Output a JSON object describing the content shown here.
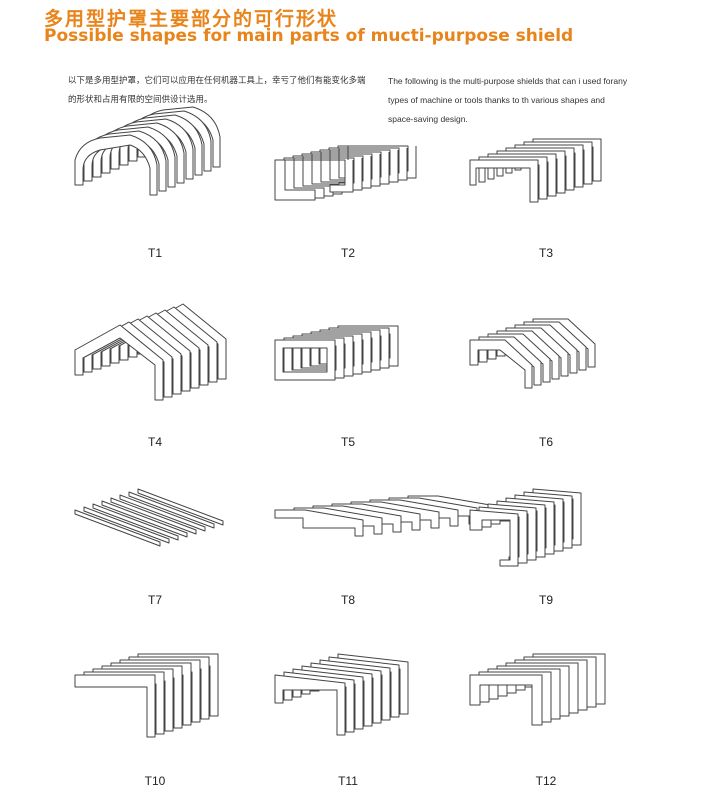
{
  "header": {
    "title_cn": "多用型护罩主要部分的可行形状",
    "title_en": "Possible shapes for main parts of mucti-purpose shield",
    "intro_cn": "以下是多用型护罩，它们可以应用在任何机器工具上，幸亏了他们有能变化多端的形状和占用有限的空间供设计选用。",
    "intro_en": "The following is the multi-purpose shields that can i used forany types of machine or tools thanks to th various shapes and space-saving design."
  },
  "colors": {
    "accent": "#e8841a",
    "line": "#444444"
  },
  "shapes": [
    {
      "label": "T1",
      "icon": "arch-bellows-icon"
    },
    {
      "label": "T2",
      "icon": "c-channel-bellows-icon"
    },
    {
      "label": "T3",
      "icon": "flat-top-bellows-icon"
    },
    {
      "label": "T4",
      "icon": "peaked-roof-bellows-icon"
    },
    {
      "label": "T5",
      "icon": "rectangular-frame-bellows-icon"
    },
    {
      "label": "T6",
      "icon": "hat-bellows-icon"
    },
    {
      "label": "T7",
      "icon": "flat-sheet-bellows-icon"
    },
    {
      "label": "T8",
      "icon": "long-flat-bellows-icon"
    },
    {
      "label": "T9",
      "icon": "hook-edge-bellows-icon"
    },
    {
      "label": "T10",
      "icon": "l-shape-bellows-icon"
    },
    {
      "label": "T11",
      "icon": "inverted-u-bellows-icon"
    },
    {
      "label": "T12",
      "icon": "box-u-bellows-icon"
    }
  ]
}
